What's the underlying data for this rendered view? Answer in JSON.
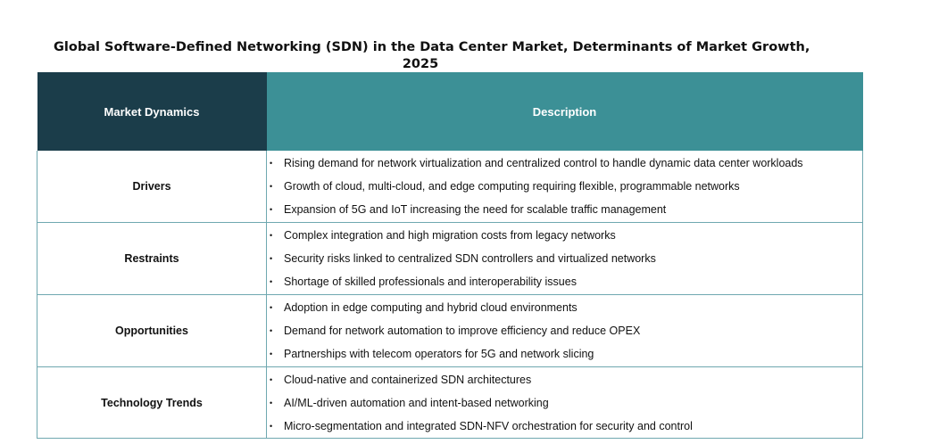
{
  "title": {
    "line1": "Global Software-Defined Networking (SDN) in the Data Center Market, Determinants of Market Growth,",
    "line2": "2025"
  },
  "table": {
    "headers": [
      "Market Dynamics",
      "Description"
    ],
    "rows": [
      {
        "category": "Drivers",
        "points": [
          "Rising demand for network virtualization and centralized control to handle dynamic data center workloads",
          "Growth of cloud, multi-cloud, and edge computing requiring flexible, programmable networks",
          "Expansion of 5G and IoT increasing the need for scalable traffic management"
        ]
      },
      {
        "category": "Restraints",
        "points": [
          "Complex integration and high migration costs from legacy networks",
          "Security risks linked to centralized SDN controllers and virtualized networks",
          "Shortage of skilled professionals and interoperability issues"
        ]
      },
      {
        "category": "Opportunities",
        "points": [
          "Adoption in edge computing and hybrid cloud environments",
          "Demand for network automation to improve efficiency and reduce OPEX",
          "Partnerships with telecom operators for 5G and network slicing"
        ]
      },
      {
        "category": "Technology Trends",
        "points": [
          "Cloud-native and containerized SDN architectures",
          "AI/ML-driven automation and intent-based networking",
          "Micro-segmentation and integrated SDN-NFV orchestration for security and control"
        ]
      }
    ]
  },
  "bullet_glyph": "•",
  "colors": {
    "header_dark": "#1b3d4a",
    "header_teal": "#3c9096",
    "row_border": "#6fa8b0"
  }
}
